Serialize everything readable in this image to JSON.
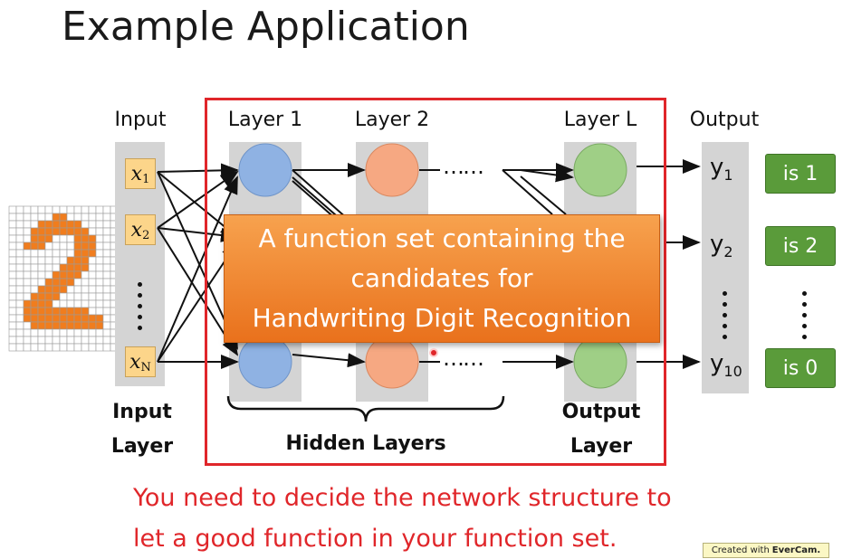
{
  "title": "Example Application",
  "headers": {
    "input": "Input",
    "layer1": "Layer 1",
    "layer2": "Layer 2",
    "layerL": "Layer L",
    "output": "Output"
  },
  "inputs": {
    "x1": "x",
    "x1_sub": "1",
    "x2": "x",
    "x2_sub": "2",
    "xN": "x",
    "xN_sub": "N"
  },
  "hidden_dots": "……",
  "outputs": [
    {
      "label": "y",
      "sub": "1",
      "result": "is 1"
    },
    {
      "label": "y",
      "sub": "2",
      "result": "is 2"
    },
    {
      "label": "y",
      "sub": "10",
      "result": "is 0"
    }
  ],
  "bottom_labels": {
    "input_layer_1": "Input",
    "input_layer_2": "Layer",
    "hidden_layers": "Hidden Layers",
    "output_layer_1": "Output",
    "output_layer_2": "Layer"
  },
  "callout": {
    "line1": "A function set containing the",
    "line2": "candidates for",
    "line3": "Handwriting Digit Recognition"
  },
  "note": {
    "line1": "You need to decide the network structure to",
    "line2": "let a good function in your function set."
  },
  "watermark": {
    "prefix": "Created with",
    "brand": "EverCam."
  },
  "colors": {
    "highlight_box": "#e0262a",
    "layer1_neuron": "#8fb2e3",
    "layer2_neuron": "#f6a882",
    "layerL_neuron": "#9fcf86",
    "digit_pixel": "#f07d1e",
    "result_button": "#5a9b3a"
  }
}
